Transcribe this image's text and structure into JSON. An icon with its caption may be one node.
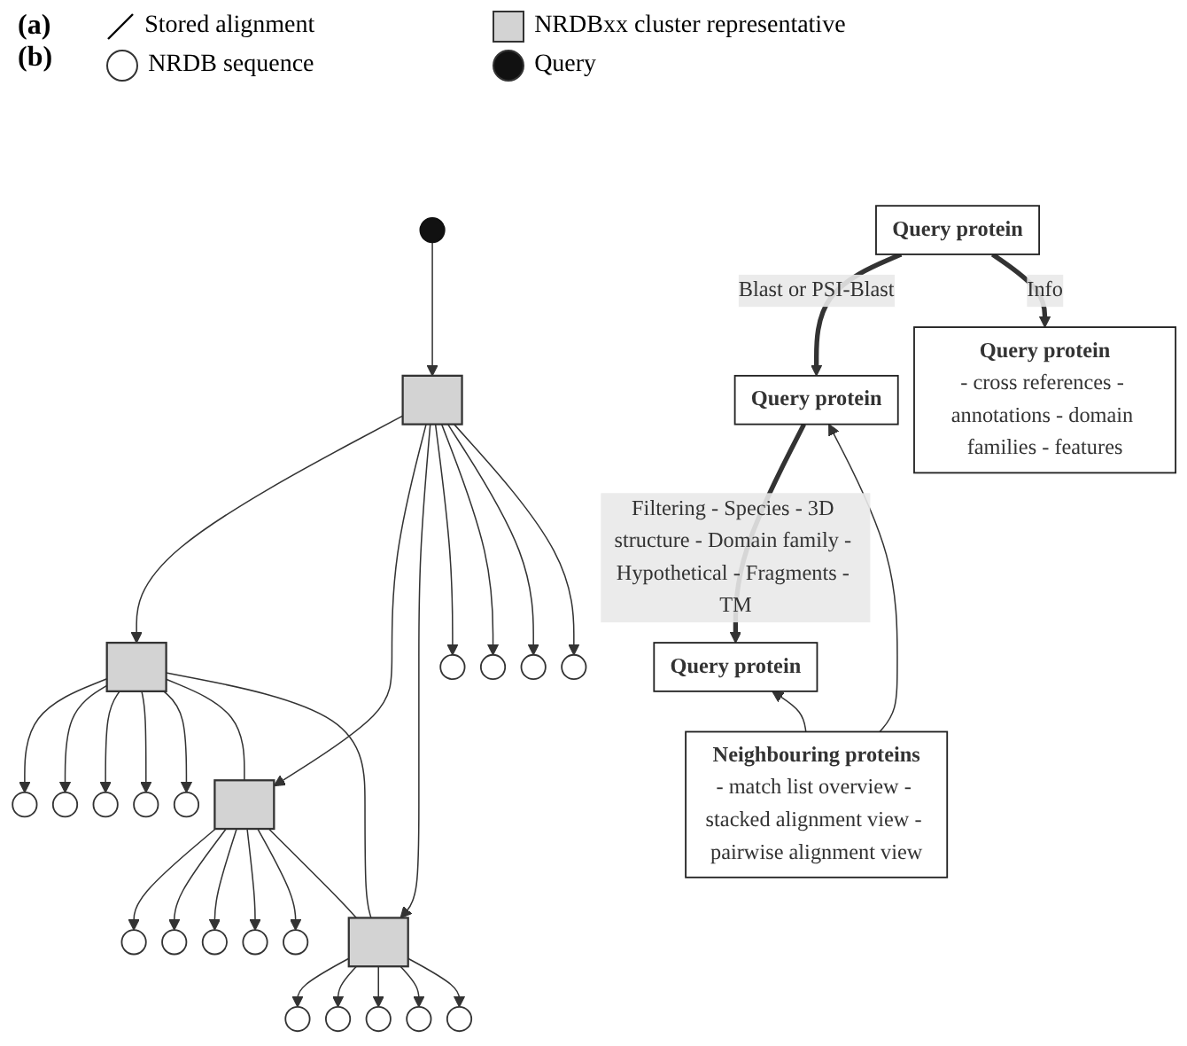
{
  "diagram": {
    "nodes": [
      {
        "text": [],
        "shape": "circle"
      },
      {
        "text": [],
        "shape": "circle"
      },
      {
        "text": [],
        "shape": "circle"
      },
      {
        "text": [],
        "shape": "circle"
      },
      {
        "text": [],
        "shape": "circle"
      },
      {
        "text": [],
        "shape": "circle"
      },
      {
        "text": [],
        "shape": "circle"
      },
      {
        "text": [],
        "shape": "circle"
      },
      {
        "text": [],
        "shape": "box"
      },
      {
        "text": [],
        "shape": "box"
      },
      {
        "text": [],
        "shape": "circle"
      },
      {
        "text": [],
        "shape": "circle"
      },
      {
        "text": [],
        "shape": "circle"
      },
      {
        "text": [],
        "shape": "circle"
      },
      {
        "text": [],
        "shape": "box"
      },
      {
        "text": [],
        "shape": "box"
      },
      {
        "text": [],
        "shape": "circle"
      },
      {
        "text": [],
        "shape": "circle"
      },
      {
        "text": [],
        "shape": "circle"
      },
      {
        "text": [],
        "shape": "circle"
      },
      {
        "text": [],
        "shape": "circle"
      },
      {
        "text": [],
        "shape": "circle"
      },
      {
        "text": [],
        "shape": "circle"
      },
      {
        "text": [],
        "shape": "circle"
      },
      {
        "text": [
          "Query protein"
        ]
      },
      {
        "text": [
          "Query protein"
        ]
      },
      {
        "text": [
          "Query protein",
          "- cross references - annotations - domain families - features"
        ]
      },
      {
        "text": [
          "Query protein"
        ]
      },
      {
        "text": [
          "Neighbouring proteins",
          "- match list overview - stacked alignment view - pairwise alignment view"
        ]
      }
    ],
    "edges": [
      {
        "from": 8,
        "to": 0,
        "arrow": "to"
      },
      {
        "from": 8,
        "to": 1,
        "arrow": "to"
      },
      {
        "from": 8,
        "to": 4,
        "arrow": "to"
      },
      {
        "from": 8,
        "to": 6,
        "arrow": "to"
      },
      {
        "from": 8,
        "to": 10,
        "arrow": "to"
      },
      {
        "from": 9,
        "to": 2,
        "arrow": "to"
      },
      {
        "from": 9,
        "to": 3,
        "arrow": "to"
      },
      {
        "from": 9,
        "to": 5,
        "arrow": "to"
      },
      {
        "from": 9,
        "to": 7,
        "arrow": "to"
      },
      {
        "from": 9,
        "to": 11,
        "arrow": "to"
      },
      {
        "from": 8,
        "to": 9,
        "arrow": "none"
      },
      {
        "from": 14,
        "to": 8,
        "arrow": "to"
      },
      {
        "from": 14,
        "to": 9,
        "arrow": "to"
      },
      {
        "from": 8,
        "to": 15,
        "arrow": "none"
      },
      {
        "from": 9,
        "to": 15,
        "arrow": "none"
      },
      {
        "from": 14,
        "to": 15,
        "arrow": "to"
      },
      {
        "from": 14,
        "to": 12,
        "arrow": "to"
      },
      {
        "from": 14,
        "to": 16,
        "arrow": "to"
      },
      {
        "from": 14,
        "to": 20,
        "arrow": "to"
      },
      {
        "from": 14,
        "to": 21,
        "arrow": "to"
      },
      {
        "from": 19,
        "to": 14,
        "arrow": "to"
      },
      {
        "from": 15,
        "to": 13,
        "arrow": "to"
      },
      {
        "from": 15,
        "to": 17,
        "arrow": "to"
      },
      {
        "from": 15,
        "to": 18,
        "arrow": "to"
      },
      {
        "from": 15,
        "to": 22,
        "arrow": "to"
      },
      {
        "from": 15,
        "to": 23,
        "arrow": "to"
      },
      {
        "from": 24,
        "to": 25,
        "arrow": "to",
        "label": "Blast or PSI-Blast",
        "style": "thick"
      },
      {
        "from": 24,
        "to": 26,
        "arrow": "to",
        "label": "Info",
        "style": "thick"
      },
      {
        "from": 25,
        "to": 27,
        "arrow": "to",
        "label": "Filtering - Species - 3D structure - Domain family - Hypothetical - Fragments - TM",
        "style": "thick"
      },
      {
        "from": 28,
        "to": 27,
        "arrow": "to"
      },
      {
        "from": 28,
        "to": 25,
        "arrow": "to"
      }
    ],
    "labels": [
      "(a)",
      "(b)"
    ],
    "legend": [
      {
        "text": "Stored alignment"
      },
      {
        "text": "NRDBxx cluster representative",
        "color": "#d3d3d3"
      },
      {
        "text": "NRDB sequence",
        "color": "#ffffff"
      },
      {
        "text": "Query",
        "color": "#111111"
      }
    ]
  }
}
